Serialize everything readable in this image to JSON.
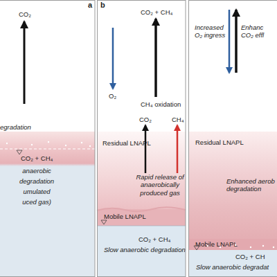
{
  "diagram": {
    "nodes": [
      {
        "text": [
          "CO₂ + CH₄",
          "anaerobic degradation umulated uced gas)"
        ]
      },
      {
        "text": [
          "Residual LNAPL"
        ]
      },
      {
        "text": [
          "Mobile LNAPL"
        ]
      },
      {
        "text": [
          "CO₂ + CH₄",
          "Slow anaerobic degradation"
        ]
      },
      {
        "text": [
          "Residual LNAPL",
          "Enhanced aerob degradation"
        ]
      },
      {
        "text": [
          "Mobile LNAPL"
        ]
      },
      {
        "text": [
          "CO₂ + CH",
          "Slow anaerobic degradat"
        ]
      }
    ],
    "labels": [
      "a",
      "CO₂",
      "egradation",
      "b",
      "CO₂ + CH₄",
      "O₂",
      "CH₄ oxidation",
      "CO₂",
      "CH₄",
      "Rapid release of anaerobically produced gas",
      "Increased O₂ ingress",
      "Enhanc CO₂ effl"
    ]
  }
}
